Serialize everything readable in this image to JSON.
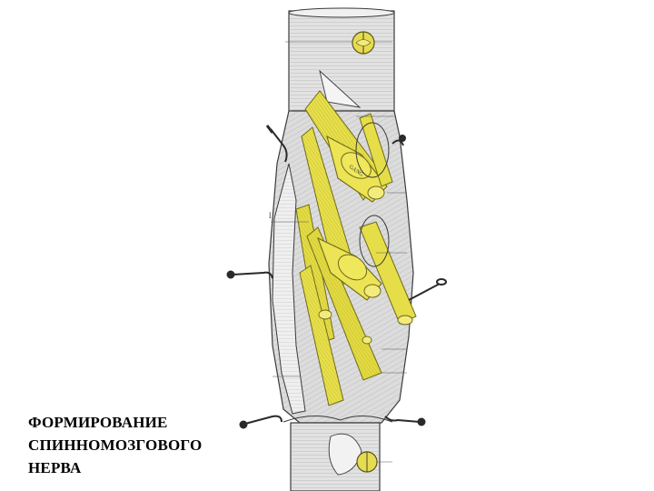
{
  "caption": {
    "lines": [
      "ФОРМИРОВАНИЕ",
      "СПИННОМОЗГОВОГО",
      "НЕРВА"
    ]
  },
  "illustration": {
    "labels": {
      "ganglion_text": "GANG",
      "marker_l": "l"
    }
  },
  "colors": {
    "nerve_yellow": "#e8e04a",
    "nerve_outline": "#6e6a1c",
    "cord_gray": "#d9d9d9",
    "cord_shadow": "#9a9a9a",
    "ink": "#3a3a3a"
  }
}
